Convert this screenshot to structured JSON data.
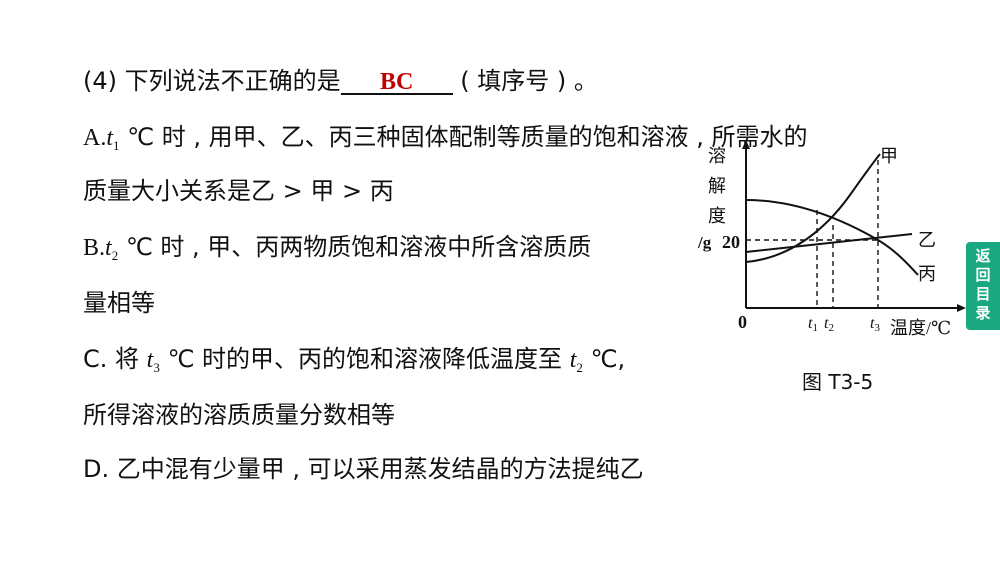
{
  "question": {
    "prefix": "(4) 下列说法不正确的是",
    "answer": "BC",
    "suffix": "( 填序号 ) 。"
  },
  "optionA": {
    "lead": "A.",
    "var": "t",
    "sub": "1",
    "text1": "℃ 时 , 用甲、乙、丙三种固体配制等质量的饱和溶液 , 所需水的",
    "text2": "质量大小关系是乙 > 甲 > 丙"
  },
  "optionB": {
    "lead": "B.",
    "var": "t",
    "sub": "2",
    "text1": "℃ 时 , 甲、丙两物质饱和溶液中所含溶质质",
    "text2": "量相等"
  },
  "optionC": {
    "lead": "C. 将",
    "var1": "t",
    "sub1": "3",
    "mid": "℃ 时的甲、丙的饱和溶液降低温度至",
    "var2": "t",
    "sub2": "2",
    "end": "℃,",
    "text2": "所得溶液的溶质质量分数相等"
  },
  "optionD": {
    "text": "D. 乙中混有少量甲 , 可以采用蒸发结晶的方法提纯乙"
  },
  "figure": {
    "caption": "图 T3-5",
    "ylabel_chars": [
      "溶",
      "解",
      "度"
    ],
    "ylabel_unit": "/g",
    "y_tick": "20",
    "origin": "0",
    "x_ticks": [
      {
        "t": "t",
        "s": "1"
      },
      {
        "t": "t",
        "s": "2"
      },
      {
        "t": "t",
        "s": "3"
      }
    ],
    "xlabel": "温度/℃",
    "series_labels": {
      "jia": "甲",
      "yi": "乙",
      "bing": "丙"
    }
  },
  "side_tab": [
    "返",
    "回",
    "目",
    "录"
  ],
  "colors": {
    "answer": "#c00000",
    "tab": "#19a880"
  }
}
